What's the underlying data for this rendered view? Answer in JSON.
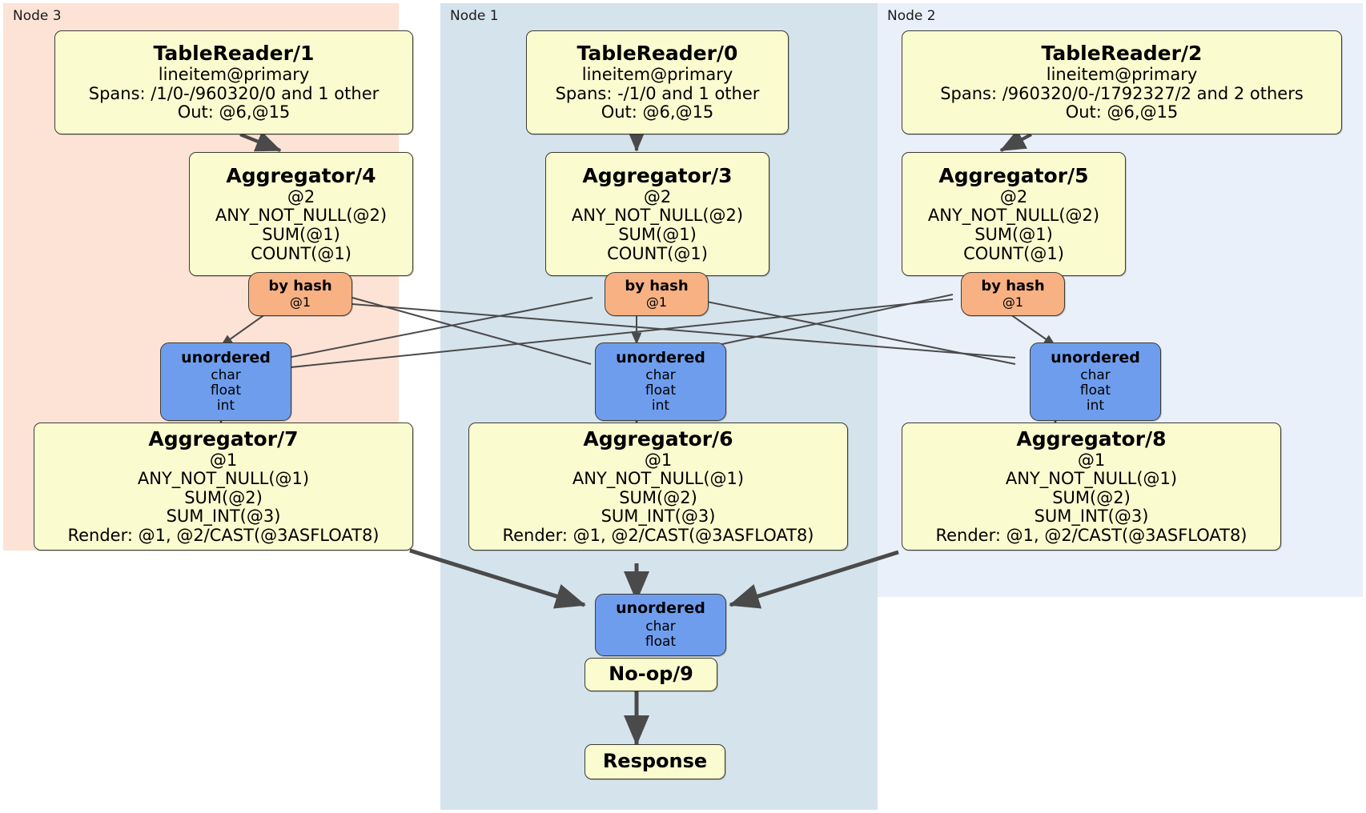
{
  "diagram": {
    "type": "distributed-query-plan",
    "nodes": [
      {
        "id": "node3",
        "label": "Node 3",
        "color": "#fce3d6"
      },
      {
        "id": "node1",
        "label": "Node 1",
        "color": "#d5e3ed"
      },
      {
        "id": "node2",
        "label": "Node 2",
        "color": "#eaf0fa"
      }
    ],
    "processors": {
      "tablereader1": {
        "title": "TableReader/1",
        "lines": [
          "lineitem@primary",
          "Spans: /1/0-/960320/0 and 1 other",
          "Out: @6,@15"
        ]
      },
      "tablereader0": {
        "title": "TableReader/0",
        "lines": [
          "lineitem@primary",
          "Spans: -/1/0 and 1 other",
          "Out: @6,@15"
        ]
      },
      "tablereader2": {
        "title": "TableReader/2",
        "lines": [
          "lineitem@primary",
          "Spans: /960320/0-/1792327/2 and 2 others",
          "Out: @6,@15"
        ]
      },
      "aggregator4": {
        "title": "Aggregator/4",
        "lines": [
          "@2",
          "ANY_NOT_NULL(@2)",
          "SUM(@1)",
          "COUNT(@1)"
        ]
      },
      "aggregator3": {
        "title": "Aggregator/3",
        "lines": [
          "@2",
          "ANY_NOT_NULL(@2)",
          "SUM(@1)",
          "COUNT(@1)"
        ]
      },
      "aggregator5": {
        "title": "Aggregator/5",
        "lines": [
          "@2",
          "ANY_NOT_NULL(@2)",
          "SUM(@1)",
          "COUNT(@1)"
        ]
      },
      "aggregator7": {
        "title": "Aggregator/7",
        "lines": [
          "@1",
          "ANY_NOT_NULL(@1)",
          "SUM(@2)",
          "SUM_INT(@3)",
          "Render: @1, @2/CAST(@3ASFLOAT8)"
        ]
      },
      "aggregator6": {
        "title": "Aggregator/6",
        "lines": [
          "@1",
          "ANY_NOT_NULL(@1)",
          "SUM(@2)",
          "SUM_INT(@3)",
          "Render: @1, @2/CAST(@3ASFLOAT8)"
        ]
      },
      "aggregator8": {
        "title": "Aggregator/8",
        "lines": [
          "@1",
          "ANY_NOT_NULL(@1)",
          "SUM(@2)",
          "SUM_INT(@3)",
          "Render: @1, @2/CAST(@3ASFLOAT8)"
        ]
      },
      "noop9": {
        "title": "No-op/9",
        "lines": []
      },
      "response": {
        "title": "Response",
        "lines": []
      }
    },
    "routers": {
      "byhash_left": {
        "title": "by hash",
        "lines": [
          "@1"
        ]
      },
      "byhash_center": {
        "title": "by hash",
        "lines": [
          "@1"
        ]
      },
      "byhash_right": {
        "title": "by hash",
        "lines": [
          "@1"
        ]
      }
    },
    "receivers": {
      "unordered_left": {
        "title": "unordered",
        "lines": [
          "char",
          "float",
          "int"
        ]
      },
      "unordered_center": {
        "title": "unordered",
        "lines": [
          "char",
          "float",
          "int"
        ]
      },
      "unordered_right": {
        "title": "unordered",
        "lines": [
          "char",
          "float",
          "int"
        ]
      },
      "unordered_final": {
        "title": "unordered",
        "lines": [
          "char",
          "float"
        ]
      }
    },
    "colors": {
      "processor_fill": "#fbfbd0",
      "router_fill": "#f7b183",
      "receiver_fill": "#6f9ded",
      "node3_fill": "#fce3d6",
      "node1_fill": "#d5e3ed",
      "node2_fill": "#eaf0fa",
      "edge": "#4a4a4a",
      "border": "#3c3c32"
    }
  }
}
